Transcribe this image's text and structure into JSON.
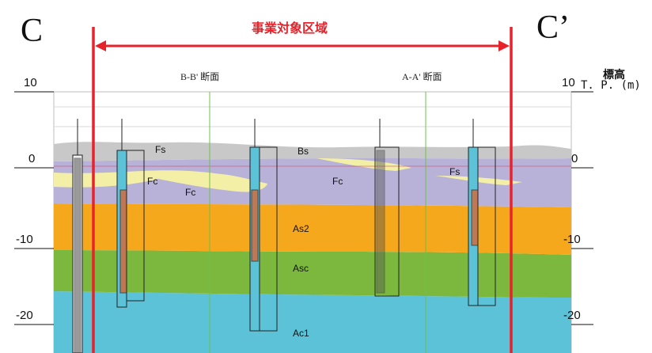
{
  "diagram": {
    "left_marker": "C",
    "right_marker": "C’",
    "project_area_label": "事業対象区域",
    "section_labels": {
      "bb": "B-B' 断面",
      "aa": "A-A' 断面"
    },
    "elevation_title": "標高",
    "elevation_unit": "T. P.  (m)",
    "elevation_ticks": [
      "10",
      "0",
      "-10",
      "-20"
    ],
    "layer_labels": {
      "bs": "Bs",
      "fs_left": "Fs",
      "fs_right": "Fs",
      "fc_a": "Fc",
      "fc_b": "Fc",
      "fc_c": "Fc",
      "as2": "As2",
      "asc": "Asc",
      "ac1": "Ac1"
    },
    "colors": {
      "accent_red": "#e8222a",
      "bs": "#c8c8c8",
      "fs": "#f4efa6",
      "fc": "#b8b2d9",
      "as2": "#f6a81c",
      "asc": "#7cb83e",
      "ac1": "#5cc2d8"
    }
  }
}
